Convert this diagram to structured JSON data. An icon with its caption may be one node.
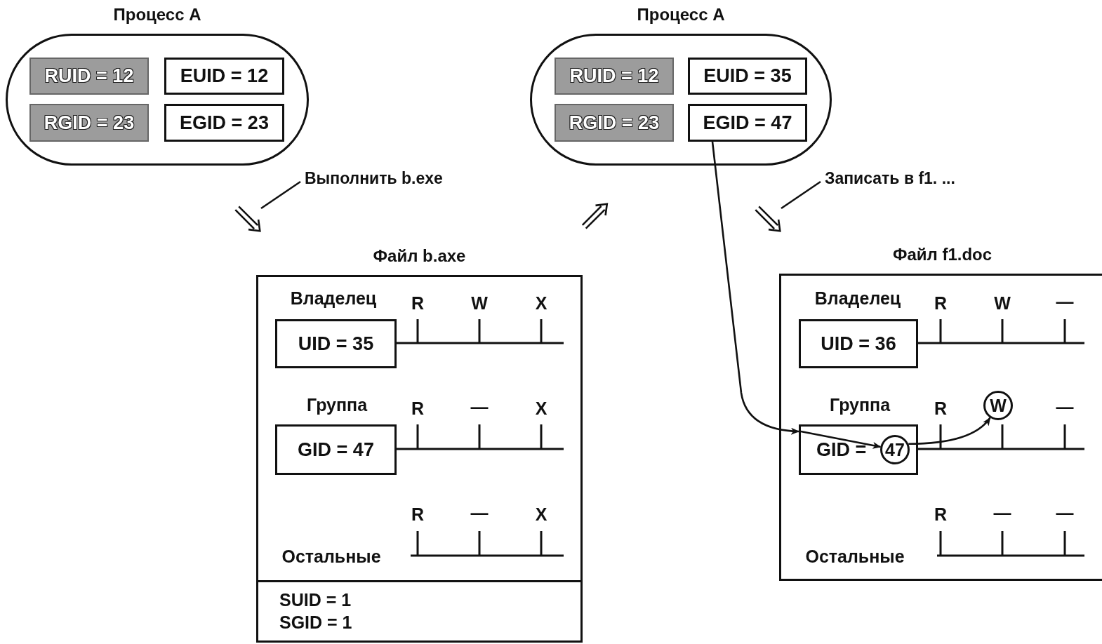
{
  "diagram": {
    "nodes": [
      {
        "text": [
          "Процесс A"
        ]
      },
      {
        "text": [
          "RUID = 12"
        ],
        "in": 0
      },
      {
        "text": [
          "EUID = 12"
        ],
        "in": 0
      },
      {
        "text": [
          "RGID = 23"
        ],
        "in": 0
      },
      {
        "text": [
          "EGID = 23"
        ],
        "in": 0
      },
      {
        "text": [
          "Процесс A"
        ]
      },
      {
        "text": [
          "RUID = 12"
        ],
        "in": 5
      },
      {
        "text": [
          "EUID = 35"
        ],
        "in": 5
      },
      {
        "text": [
          "RGID = 23"
        ],
        "in": 5
      },
      {
        "text": [
          "EGID = 47"
        ],
        "in": 5
      },
      {
        "text": [
          "Файл b.axe"
        ]
      },
      {
        "text": [
          "UID = 35"
        ],
        "in": 10
      },
      {
        "text": [
          "GID = 47"
        ],
        "in": 10
      },
      {
        "text": [
          "SUID = 1",
          "SGID = 1"
        ],
        "in": 10
      },
      {
        "text": [
          "Файл f1.doc"
        ]
      },
      {
        "text": [
          "UID = 36"
        ],
        "in": 14
      },
      {
        "text": [
          "GID ="
        ],
        "in": 14
      },
      {
        "text": [
          "47"
        ],
        "in": 16
      },
      {
        "text": [
          "W"
        ],
        "in": 14
      }
    ],
    "edges": [
      {
        "from": 0,
        "to": 10,
        "arrow": "to",
        "label": "Выполнить b.exe"
      },
      {
        "from": 10,
        "to": 5,
        "arrow": "to"
      },
      {
        "from": 5,
        "to": 14,
        "arrow": "to",
        "label": "Записать в f1. ..."
      },
      {
        "from": 9,
        "to": 16,
        "arrow": "to"
      },
      {
        "from": 16,
        "to": 17,
        "arrow": "to"
      },
      {
        "from": 17,
        "to": 18,
        "arrow": "to"
      }
    ],
    "labels": [
      "Владелец",
      "R",
      "W",
      "X",
      "Группа",
      "R",
      "—",
      "X",
      "R",
      "—",
      "X",
      "Остальные",
      "Владелец",
      "R",
      "W",
      "—",
      "Группа",
      "R",
      "—",
      "R",
      "—",
      "—",
      "Остальные"
    ]
  }
}
